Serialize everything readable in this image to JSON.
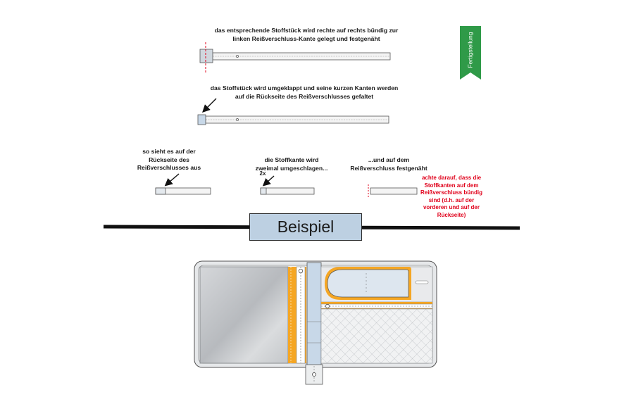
{
  "steps": {
    "s1": "das entsprechende Stoffstück wird rechte auf rechts bündig zur linken Reißverschluss-Kante gelegt und festgenäht",
    "s2": "das Stoffstück wird umgeklappt und seine kurzen Kanten werden auf die Rückseite des Reißverschlusses gefaltet",
    "s3": "so sieht es auf der Rückseite des Reißverschlusses aus",
    "s4": "die Stoffkante wird zweimal umgeschlagen...",
    "s5": "...und auf dem Reißverschluss festgenäht",
    "note": "achte darauf, dass die Stoffkanten auf dem Reißverschluss bündig sind (d.h. auf der vorderen und auf der Rückseite)",
    "count": "2x"
  },
  "tab_label": "Fertigstellung",
  "example_label": "Beispiel",
  "colors": {
    "tab_green": "#2f9a48",
    "zipper_blue": "#c8d8e8",
    "fabric_orange": "#f5a623",
    "note_red": "#e0001a",
    "banner_blue": "#bdd0e2"
  }
}
